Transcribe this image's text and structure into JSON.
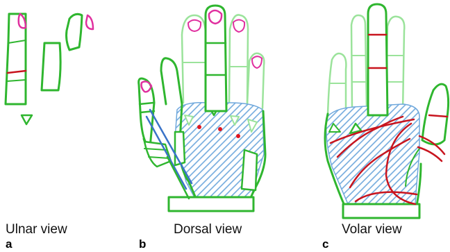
{
  "panels": [
    {
      "letter": "a",
      "caption": "Ulnar view"
    },
    {
      "letter": "b",
      "caption": "Dorsal view"
    },
    {
      "letter": "c",
      "caption": "Volar view"
    }
  ],
  "colors": {
    "outline_dark": "#2fb62f",
    "outline_light": "#9be39b",
    "nail": "#e0309f",
    "crease": "#c8141e",
    "hatch": "#6fa8dc",
    "tendon": "#3a73c8",
    "dot": "#e0141e"
  }
}
